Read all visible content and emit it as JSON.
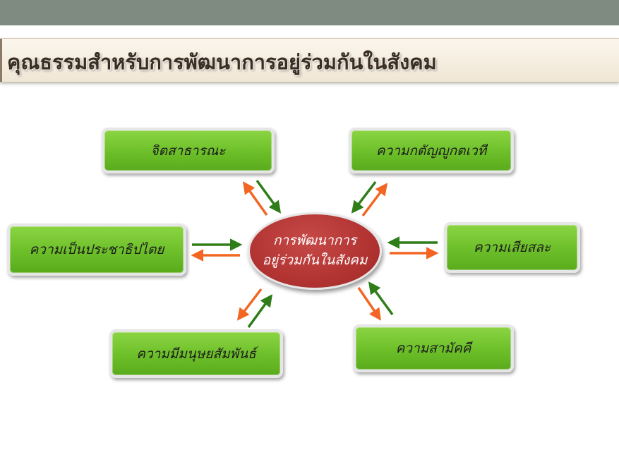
{
  "title": "คุณธรรมสำหรับการพัฒนาการอยู่ร่วมกันในสังคม",
  "center": {
    "line1": "การพัฒนาการ",
    "line2": "อยู่ร่วมกันในสังคม"
  },
  "nodes": [
    "จิตสาธารณะ",
    "ความกตัญญูกตเวที",
    "ความเป็นประชาธิปไตย",
    "ความเสียสละ",
    "ความมีมนุษยสัมพันธ์",
    "ความสามัคคี"
  ],
  "colors": {
    "node_green": "#6cbf29",
    "center_red": "#b23432",
    "arrow_green": "#2e7d18",
    "arrow_orange": "#f26522",
    "top_bar": "#7f8b80",
    "title_bg": "#f4ecdf"
  }
}
